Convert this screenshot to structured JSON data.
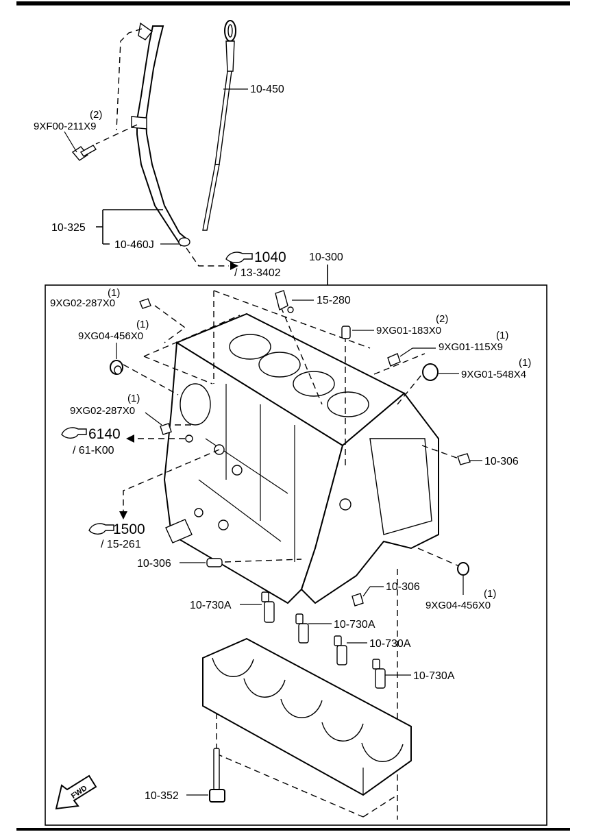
{
  "part_labels": {
    "screw_bolt": "9XF00-211X9",
    "screw_bolt_qty": "(2)",
    "dipstick": "10-450",
    "guide_assembly": "10-325",
    "guide_oring": "10-460J",
    "block_assembly": "10-300",
    "hose_fitting": "15-280",
    "plug_top_left": "9XG02-287X0",
    "plug_top_left_qty": "(1)",
    "plug_upper_left": "9XG04-456X0",
    "plug_upper_left_qty": "(1)",
    "plug_mid_left": "9XG02-287X0",
    "plug_mid_left_qty": "(1)",
    "pin_top_right": "9XG01-183X0",
    "pin_top_right_qty": "(2)",
    "plug_right_a": "9XG01-115X9",
    "plug_right_a_qty": "(1)",
    "cap_right": "9XG01-548X4",
    "cap_right_qty": "(1)",
    "pin_right": "10-306",
    "pin_left_lower": "10-306",
    "pin_lower_center": "10-306",
    "plug_lower_right": "9XG04-456X0",
    "plug_lower_right_qty": "(1)",
    "jet_1": "10-730A",
    "jet_2": "10-730A",
    "jet_3": "10-730A",
    "jet_4": "10-730A",
    "main_bolt": "10-352"
  },
  "references": {
    "ref_1040_num": "1040",
    "ref_1040_sub": "/ 13-3402",
    "ref_6140_num": "6140",
    "ref_6140_sub": "/ 61-K00",
    "ref_1500_num": "1500",
    "ref_1500_sub": "/ 15-261"
  },
  "fwd_label": "FWD"
}
